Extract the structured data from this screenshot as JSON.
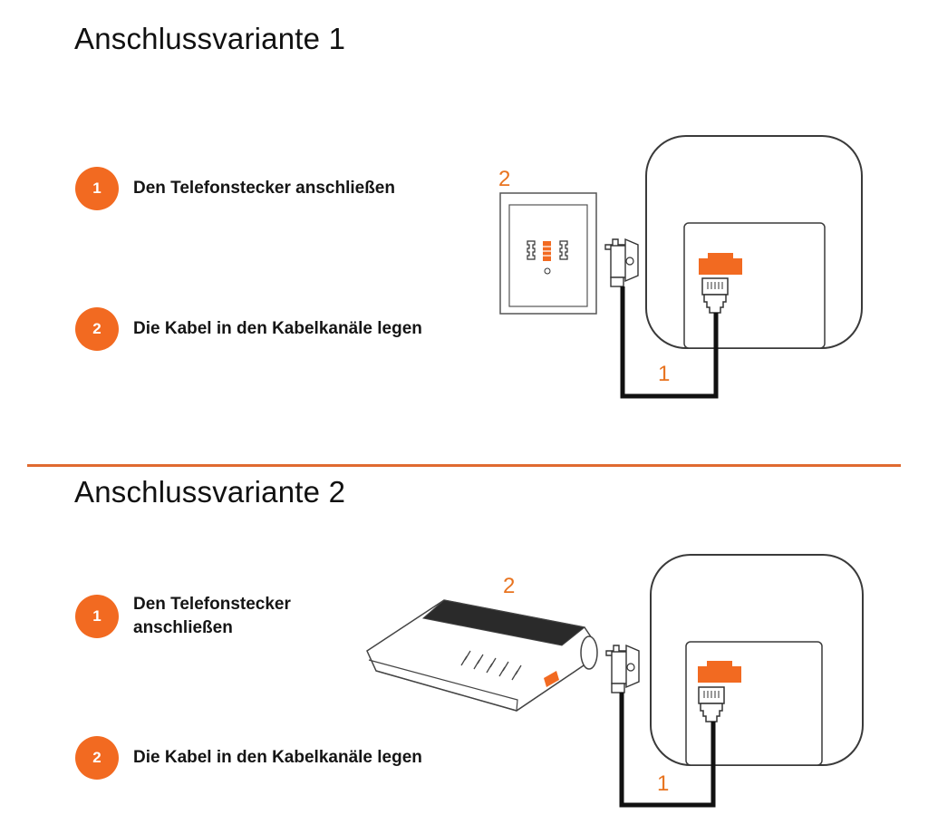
{
  "colors": {
    "accent": "#f26a21",
    "callout": "#e8731f",
    "divider": "#e06a30",
    "outline": "#3a3a3a",
    "cable": "#111111"
  },
  "sections": [
    {
      "title": "Anschlussvariante 1",
      "steps": [
        {
          "number": "1",
          "text": "Den Telefonstecker anschließen"
        },
        {
          "number": "2",
          "text": "Die Kabel in den Kabelkanäle legen"
        }
      ],
      "diagram": {
        "label_source": "2",
        "label_cable": "1"
      }
    },
    {
      "title": "Anschlussvariante 2",
      "steps": [
        {
          "number": "1",
          "text": "Den Telefonstecker\nanschließen"
        },
        {
          "number": "2",
          "text": "Die Kabel in den Kabelkanäle legen"
        }
      ],
      "diagram": {
        "label_source": "2",
        "label_cable": "1"
      }
    }
  ]
}
